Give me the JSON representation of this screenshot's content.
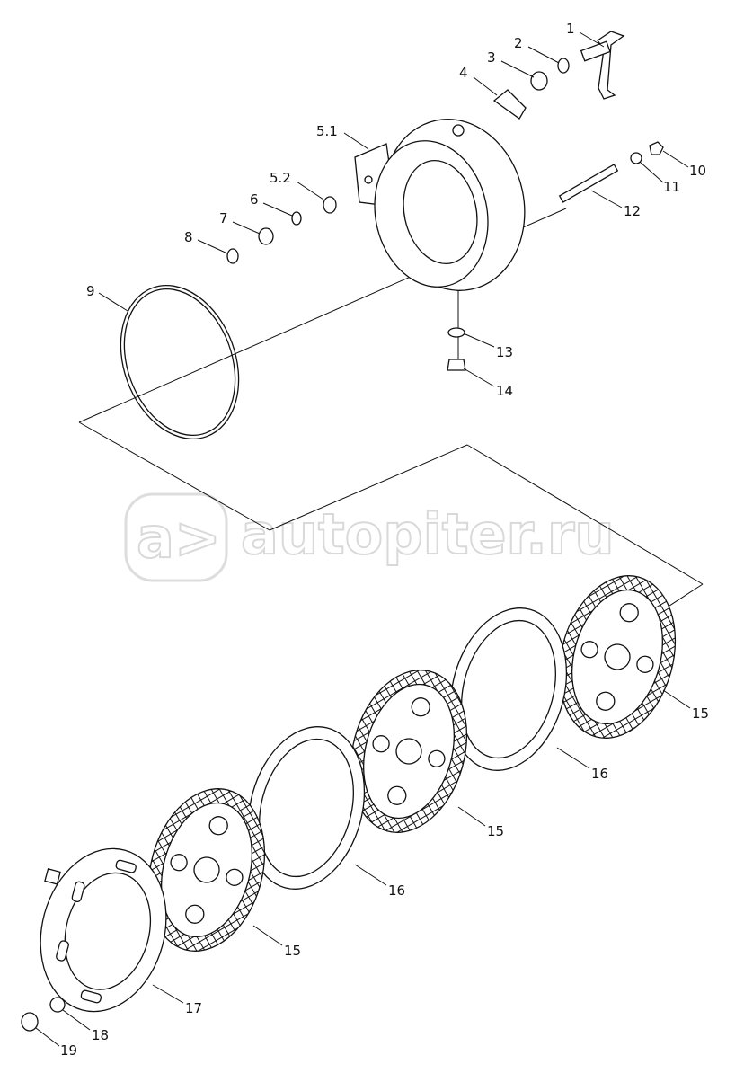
{
  "watermark": {
    "text": "autopiter.ru",
    "logo_text": "a>"
  },
  "callouts": {
    "p1": "1",
    "p2": "2",
    "p3": "3",
    "p4": "4",
    "p5_1": "5.1",
    "p5_2": "5.2",
    "p6": "6",
    "p7": "7",
    "p8": "8",
    "p9": "9",
    "p10": "10",
    "p11": "11",
    "p12": "12",
    "p13": "13",
    "p14": "14",
    "p15a": "15",
    "p15b": "15",
    "p15c": "15",
    "p16a": "16",
    "p16b": "16",
    "p17": "17",
    "p18": "18",
    "p19": "19"
  }
}
